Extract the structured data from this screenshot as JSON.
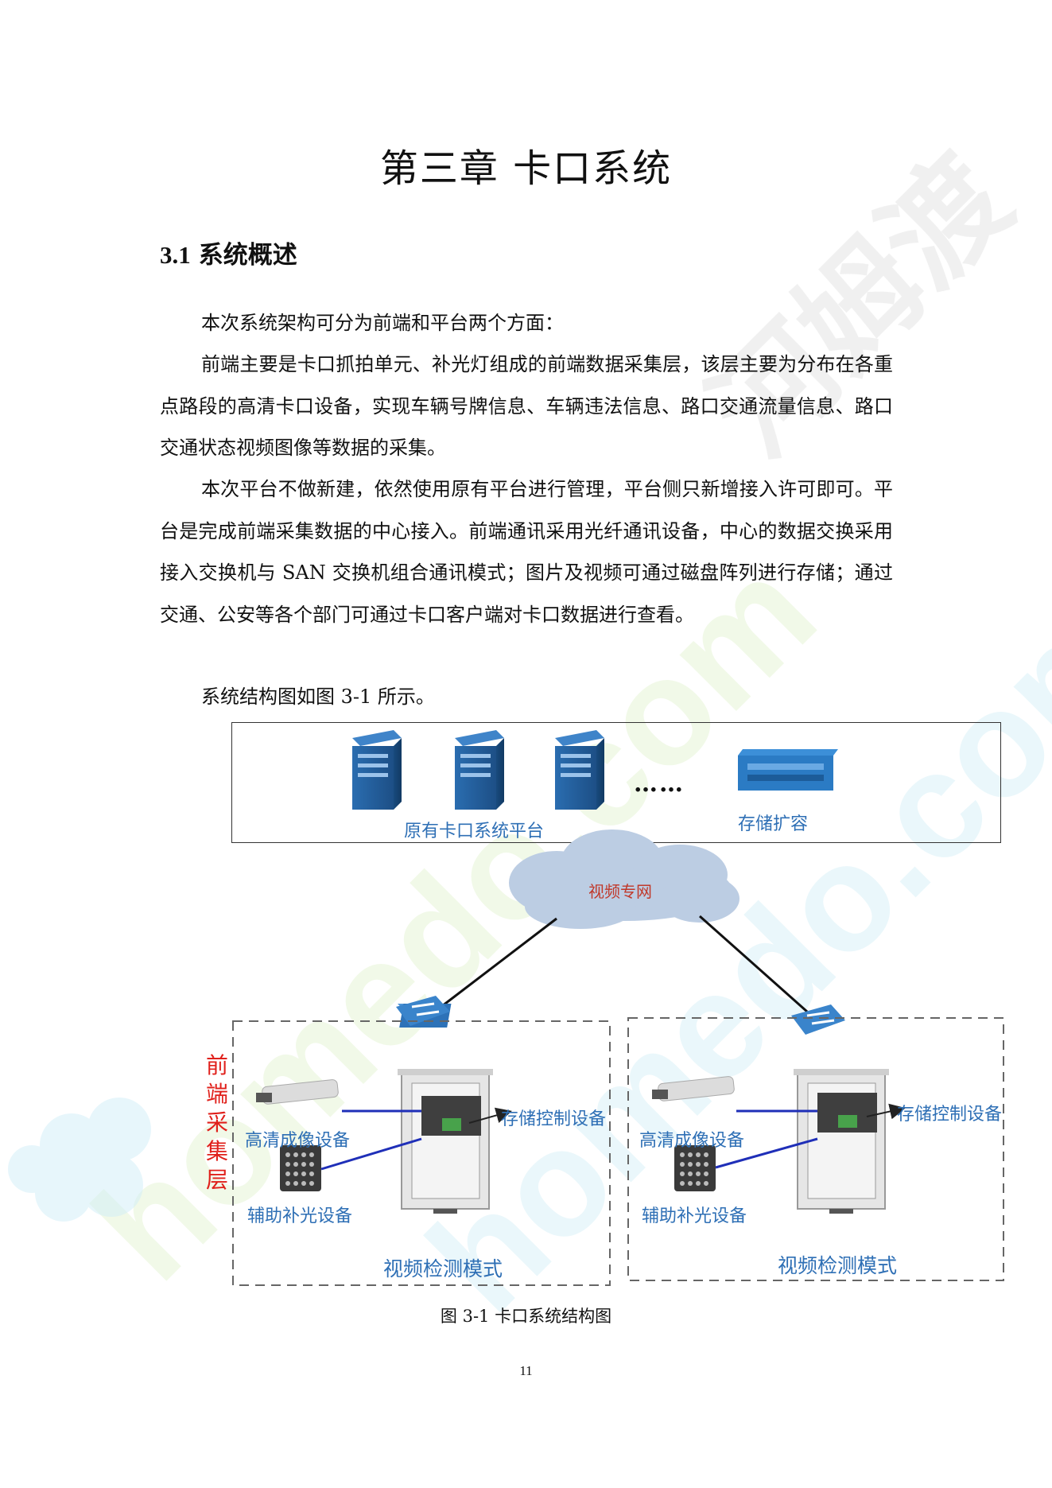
{
  "chapter": {
    "title": "第三章  卡口系统"
  },
  "section": {
    "number": "3.1",
    "title": "系统概述"
  },
  "paragraphs": [
    "本次系统架构可分为前端和平台两个方面：",
    "前端主要是卡口抓拍单元、补光灯组成的前端数据采集层，该层主要为分布在各重点路段的高清卡口设备，实现车辆号牌信息、车辆违法信息、路口交通流量信息、路口交通状态视频图像等数据的采集。",
    "本次平台不做新建，依然使用原有平台进行管理，平台侧只新增接入许可即可。平台是完成前端采集数据的中心接入。前端通讯采用光纤通讯设备，中心的数据交换采用接入交换机与 SAN 交换机组合通讯模式；图片及视频可通过磁盘阵列进行存储；通过交通、公安等各个部门可通过卡口客户端对卡口数据进行查看。",
    "系统结构图如图 3-1 所示。"
  ],
  "diagram": {
    "platform_label": "原有卡口系统平台",
    "ellipsis": "……",
    "storage_label": "存储扩容",
    "network_label": "视频专网",
    "layer_label_chars": [
      "前",
      "端",
      "采",
      "集",
      "层"
    ],
    "left_site": {
      "camera_label": "高清成像设备",
      "light_label": "辅助补光设备",
      "controller_label": "存储控制设备",
      "mode_label": "视频检测模式"
    },
    "right_site": {
      "camera_label": "高清成像设备",
      "light_label": "辅助补光设备",
      "controller_label": "存储控制设备",
      "mode_label": "视频检测模式"
    },
    "colors": {
      "label_blue": "#2e6fb5",
      "layer_red": "#e0201b",
      "server_blue": "#1f5f9e",
      "cloud": "#bccde3"
    }
  },
  "caption": "图 3-1  卡口系统结构图",
  "page_number": "11",
  "watermark": {
    "lines": [
      "homedo.com",
      "河姆渡"
    ],
    "color": "#d7efc3"
  }
}
